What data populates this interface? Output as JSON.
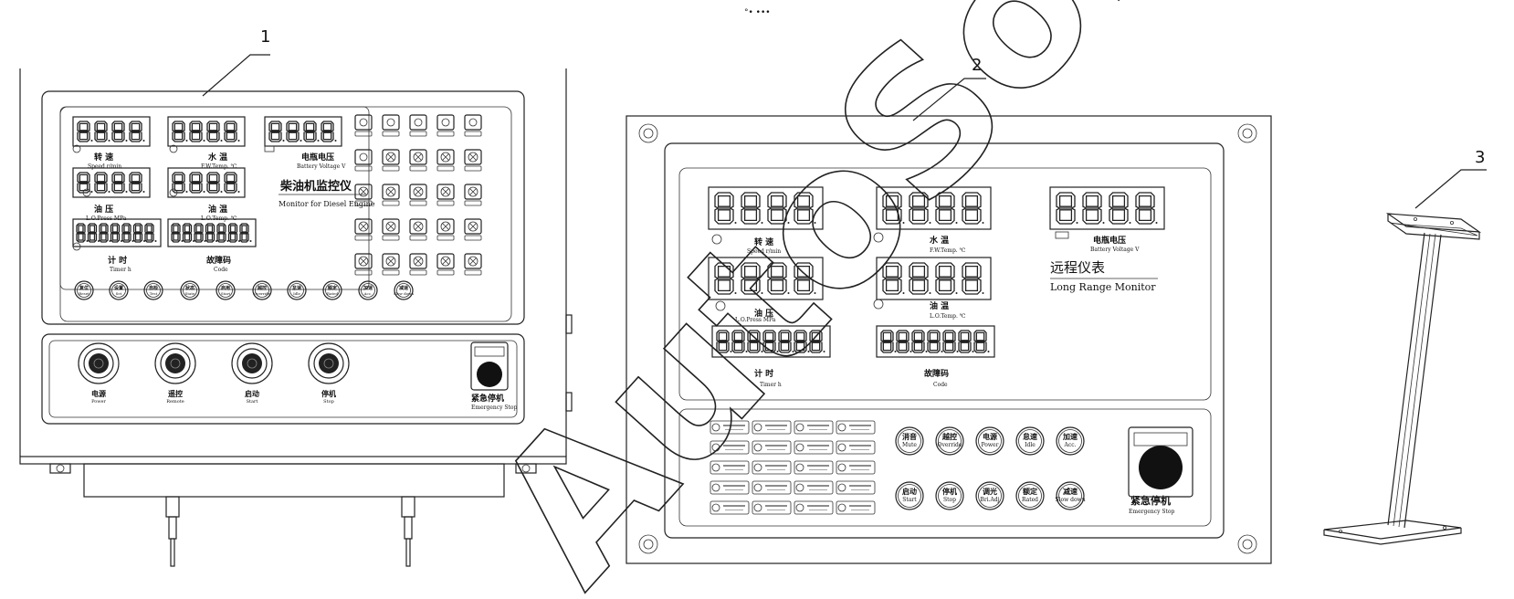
{
  "callouts": [
    "1",
    "2",
    "3"
  ],
  "top_mark": "°• •••",
  "watermark": "AutoSoft",
  "panel1": {
    "displays": {
      "speed": {
        "cn": "转 速",
        "en": "Speed r/min"
      },
      "water_temp": {
        "cn": "水 温",
        "en": "F.W.Temp. ℃"
      },
      "battery": {
        "cn": "电瓶电压",
        "en": "Battery Voltage V"
      },
      "oil_press": {
        "cn": "油 压",
        "en": "L.O.Press MPa"
      },
      "oil_temp": {
        "cn": "油 温",
        "en": "L.O.Temp. ℃"
      },
      "timer": {
        "cn": "计 时",
        "en": "Timer h"
      },
      "code": {
        "cn": "故障码",
        "en": "Code"
      }
    },
    "title_cn": "柴油机监控仪",
    "title_en": "Monitor for Diesel Engine",
    "buttons": [
      {
        "cn": "复位",
        "en": "Reset"
      },
      {
        "cn": "设置",
        "en": "Set"
      },
      {
        "cn": "自检",
        "en": "Test"
      },
      {
        "cn": "状态",
        "en": "State"
      },
      {
        "cn": "启用",
        "en": "Start"
      },
      {
        "cn": "越控",
        "en": "Override"
      },
      {
        "cn": "怠速",
        "en": "Idle"
      },
      {
        "cn": "额定",
        "en": "Rated"
      },
      {
        "cn": "加速",
        "en": "Acc."
      },
      {
        "cn": "减速",
        "en": "Slow down"
      }
    ],
    "switches": [
      {
        "cn": "电源",
        "en": "Power"
      },
      {
        "cn": "遥控",
        "en": "Remote"
      },
      {
        "cn": "启动",
        "en": "Start"
      },
      {
        "cn": "停机",
        "en": "Stop"
      }
    ],
    "emergency": {
      "cn": "紧急停机",
      "en": "Emergency Stop"
    }
  },
  "panel2": {
    "displays": {
      "speed": {
        "cn": "转 速",
        "en": "Speed r/min"
      },
      "water_temp": {
        "cn": "水 温",
        "en": "F.W.Temp. ℃"
      },
      "battery": {
        "cn": "电瓶电压",
        "en": "Battery Voltage V"
      },
      "oil_press": {
        "cn": "油 压",
        "en": "L.O.Press MPa"
      },
      "oil_temp": {
        "cn": "油 温",
        "en": "L.O.Temp. ℃"
      },
      "timer": {
        "cn": "计 时",
        "en": "Timer h"
      },
      "code": {
        "cn": "故障码",
        "en": "Code"
      }
    },
    "title_cn": "远程仪表",
    "title_en": "Long Range Monitor",
    "buttons_row1": [
      {
        "cn": "消音",
        "en": "Mute"
      },
      {
        "cn": "越控",
        "en": "Override"
      },
      {
        "cn": "电源",
        "en": "Power"
      },
      {
        "cn": "怠速",
        "en": "Idle"
      },
      {
        "cn": "加速",
        "en": "Acc."
      }
    ],
    "buttons_row2": [
      {
        "cn": "启动",
        "en": "Start"
      },
      {
        "cn": "停机",
        "en": "Stop"
      },
      {
        "cn": "调光",
        "en": "Bri.Adj"
      },
      {
        "cn": "额定",
        "en": "Rated"
      },
      {
        "cn": "减速",
        "en": "Slow down"
      }
    ],
    "emergency": {
      "cn": "紧急停机",
      "en": "Emergency Stop"
    }
  }
}
